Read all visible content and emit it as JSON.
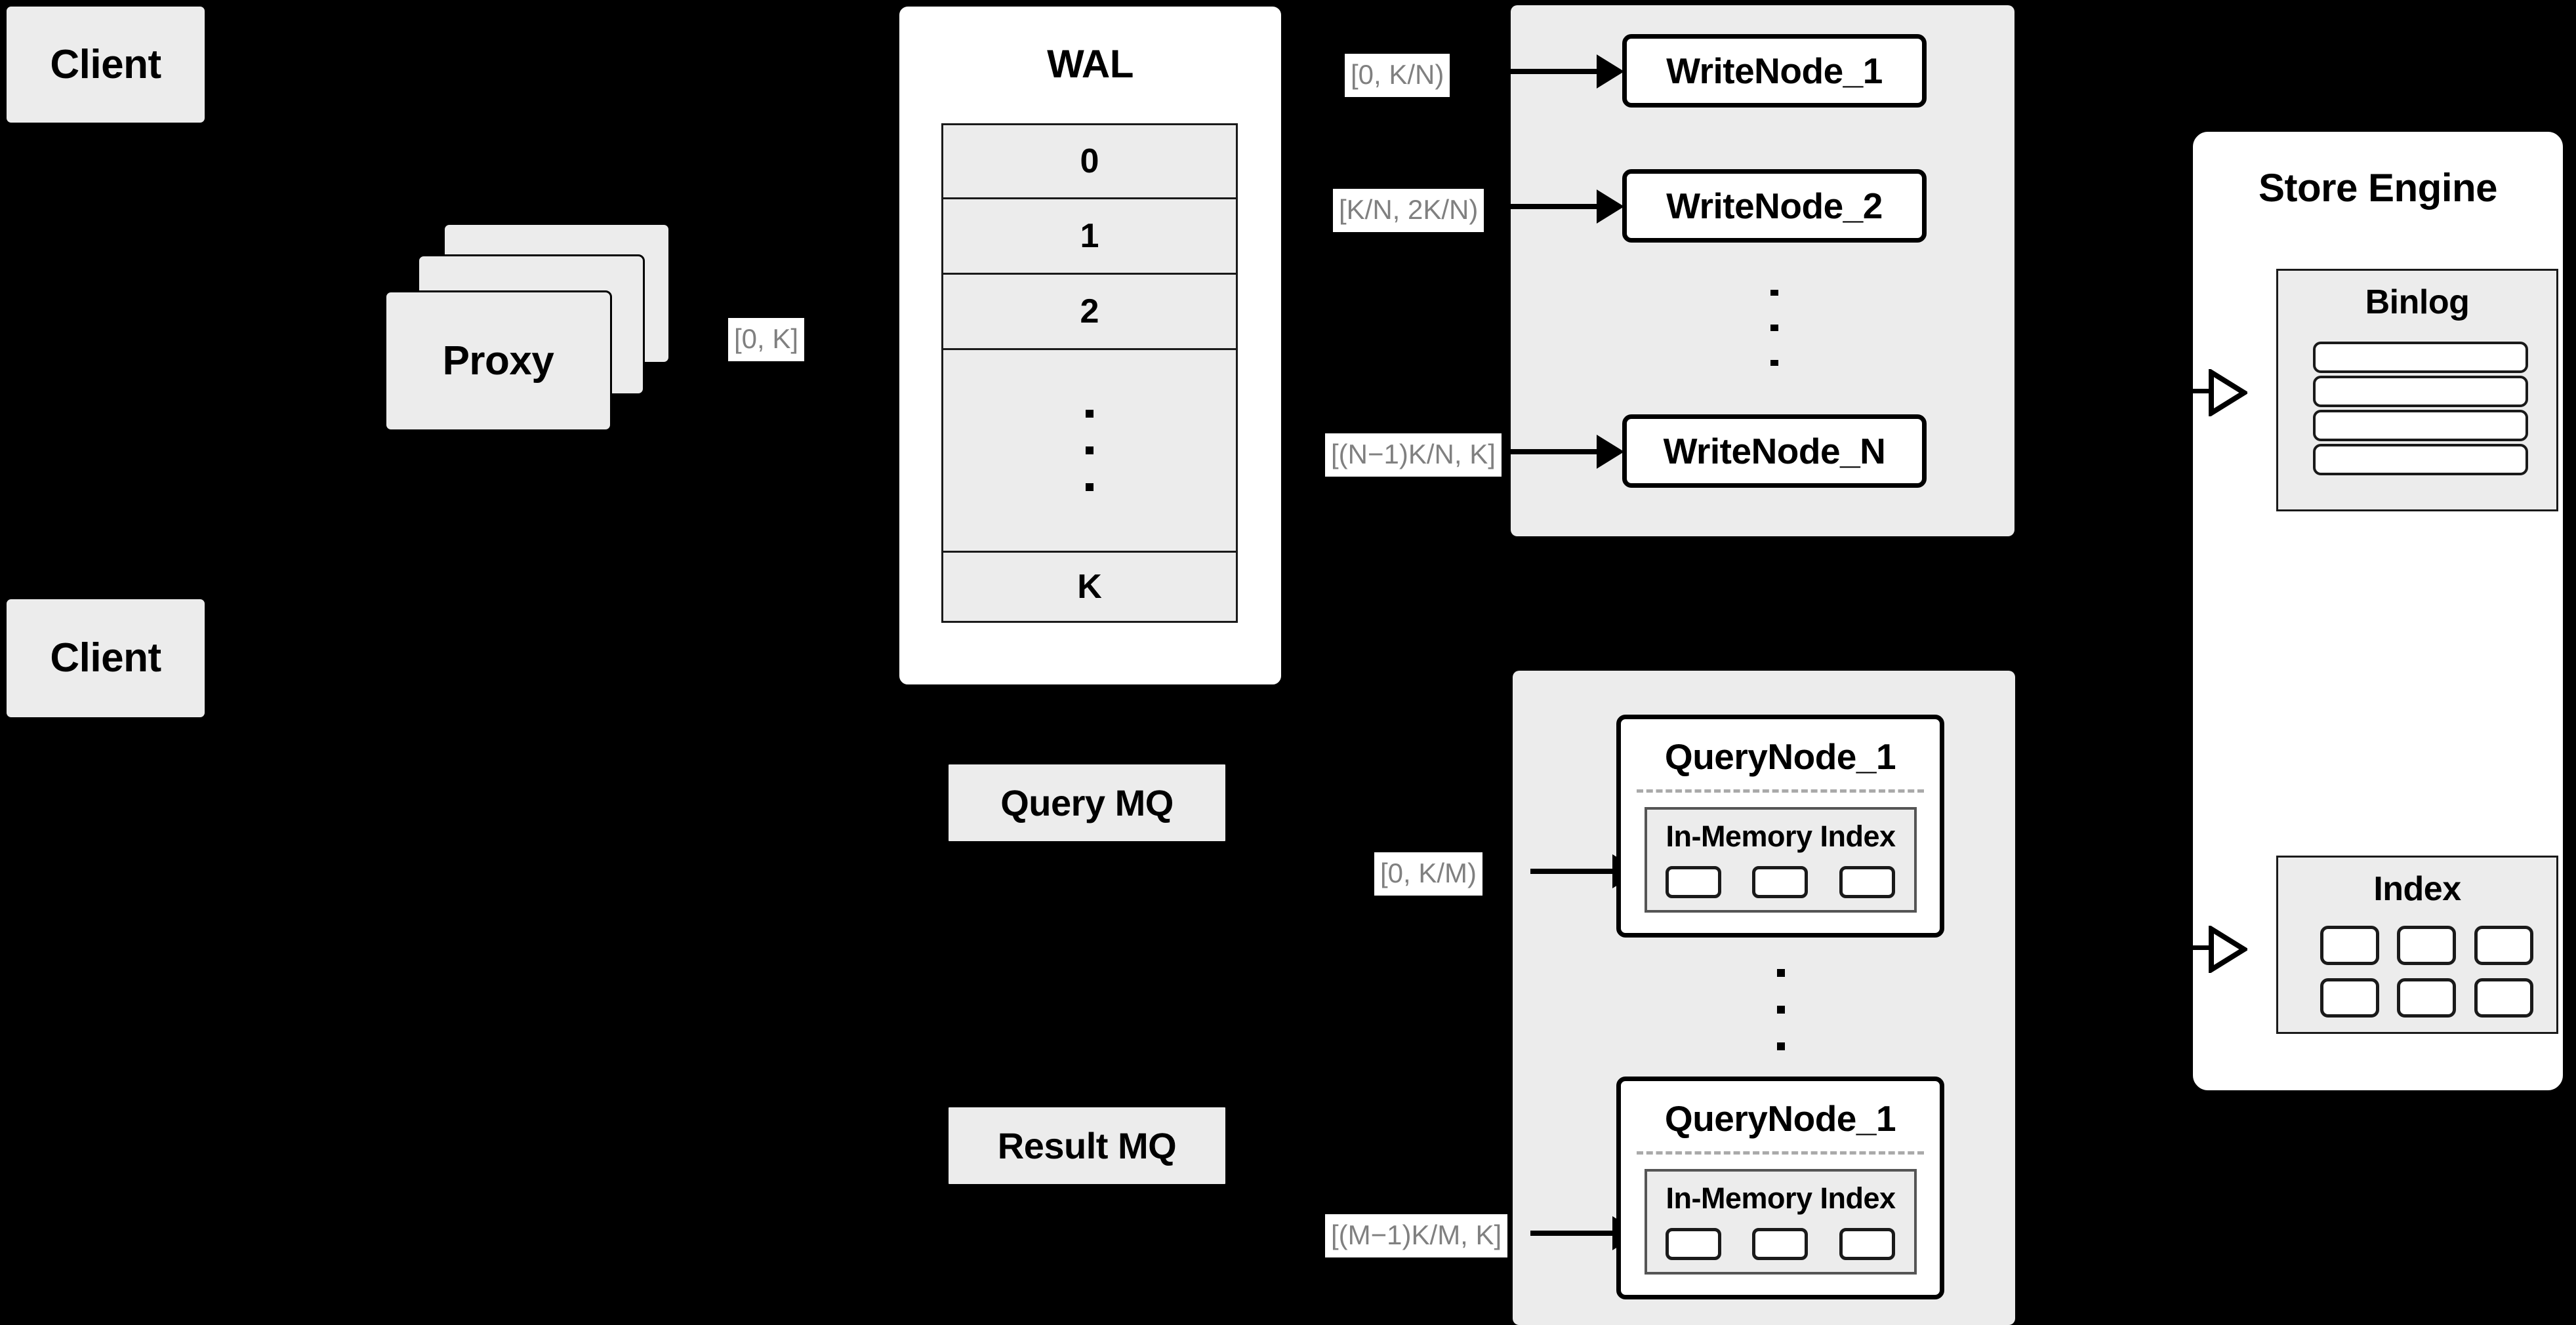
{
  "diagram": {
    "title": "Distributed write-ahead-log, write node and query node architecture",
    "background_color": "#000000",
    "box_fill": "#ececec",
    "panel_fill": "#ffffff",
    "stroke_color": "#000000",
    "label_text_color": "#808080"
  },
  "clients": [
    {
      "label": "Client"
    },
    {
      "label": "Client"
    }
  ],
  "proxy": {
    "label": "Proxy",
    "stack_count": 3,
    "output_range_label": "[0, K]"
  },
  "wal": {
    "title": "WAL",
    "entries": [
      "0",
      "1",
      "2",
      "",
      "K"
    ],
    "ellipsis_dots": 3
  },
  "write_cluster": {
    "nodes": [
      {
        "label": "WriteNode_1",
        "range_label": "[0,  K/N)"
      },
      {
        "label": "WriteNode_2",
        "range_label": "[K/N, 2K/N)"
      },
      {
        "label": "WriteNode_N",
        "range_label": "[(N−1)K/N,  K]"
      }
    ],
    "ellipsis_dots": 3
  },
  "query_cluster": {
    "nodes": [
      {
        "label": "QueryNode_1",
        "range_label": "[0, K/M)",
        "in_memory_index": {
          "title": "In-Memory Index",
          "slots": 3
        }
      },
      {
        "label": "QueryNode_1",
        "range_label": "[(M−1)K/M, K]",
        "in_memory_index": {
          "title": "In-Memory Index",
          "slots": 3
        }
      }
    ],
    "ellipsis_dots": 3
  },
  "message_queues": [
    {
      "label": "Query MQ"
    },
    {
      "label": "Result MQ"
    }
  ],
  "store_engine": {
    "title": "Store Engine",
    "binlog": {
      "title": "Binlog",
      "bars": 4
    },
    "index": {
      "title": "Index",
      "rows": 2,
      "cols": 3,
      "cells": 6
    }
  }
}
